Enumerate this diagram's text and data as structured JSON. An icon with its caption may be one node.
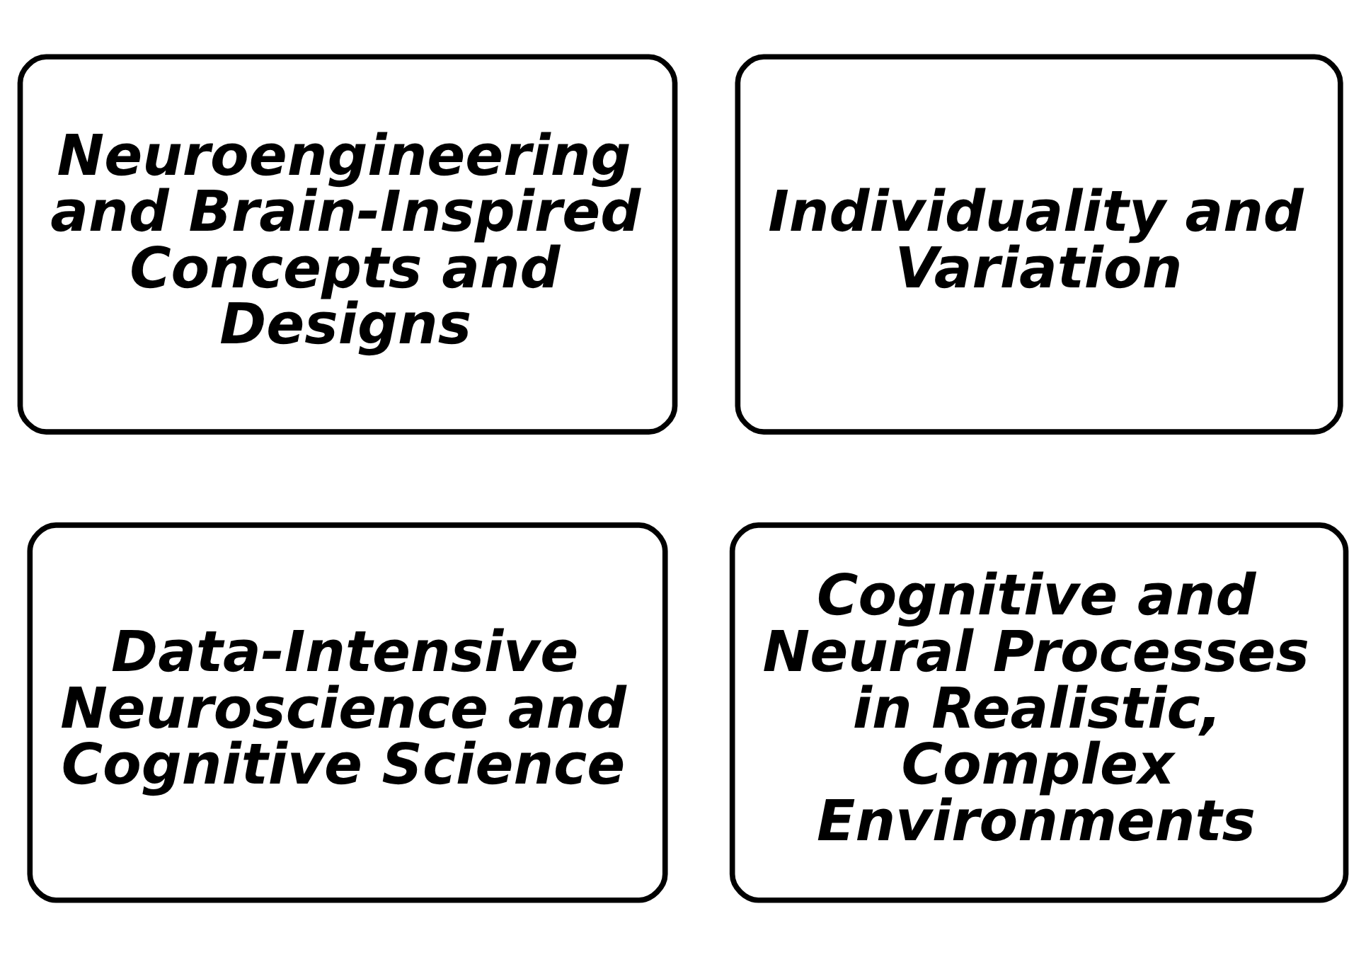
{
  "diagram": {
    "nodes": [
      {
        "text": [
          "Neuroengineering and Brain-Inspired Concepts and Designs"
        ]
      },
      {
        "text": [
          "Individuality and Variation"
        ]
      },
      {
        "text": [
          "Data-Intensive Neuroscience and Cognitive Science"
        ]
      },
      {
        "text": [
          "Cognitive and Neural Processes in Realistic, Complex Environments"
        ]
      }
    ]
  }
}
